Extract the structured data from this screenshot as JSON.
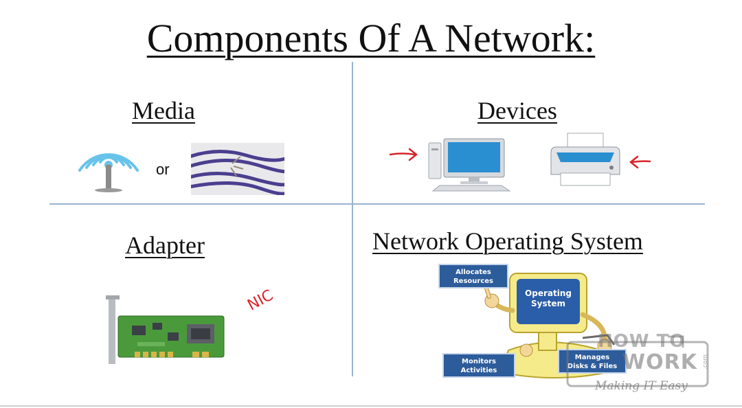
{
  "slide": {
    "title": "Components Of A Network:"
  },
  "media": {
    "heading": "Media",
    "or_label": "or",
    "icons": [
      "wireless-antenna-icon",
      "network-cable-icon"
    ]
  },
  "devices": {
    "heading": "Devices",
    "icons": [
      "computer-icon",
      "printer-icon",
      "red-arrow-icon"
    ]
  },
  "adapter": {
    "heading": "Adapter",
    "annotation": "NIC",
    "icons": [
      "network-card-icon"
    ]
  },
  "nos": {
    "heading": "Network Operating System",
    "screen_line1": "Operating",
    "screen_line2": "System",
    "boxes": [
      {
        "line1": "Allocates",
        "line2": "Resources"
      },
      {
        "line1": "Monitors",
        "line2": "Activities"
      },
      {
        "line1": "Manages",
        "line2": "Disks & Files"
      }
    ]
  },
  "watermark": {
    "top": "HOW TO",
    "big": "WORK",
    "small": "Making IT Easy",
    "com": ".com"
  },
  "colors": {
    "divider": "#9ab3cf",
    "box": "#2d5c9b",
    "annotation": "#d8232a"
  }
}
